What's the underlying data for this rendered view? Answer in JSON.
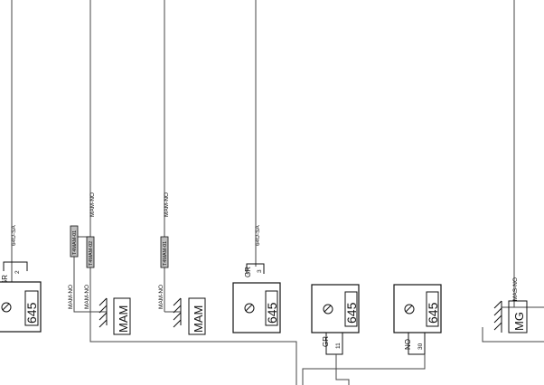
{
  "diagram": {
    "wire_labels": {
      "w_64u_sa_1": "64U-SA",
      "w_mam_no_top_1": "MAM-NO",
      "w_mam_no_left_1": "MAM-NO",
      "w_mam_no_left_2": "MAM-NO",
      "w_mam_no_top_2": "MAM-NO",
      "w_mam_no_left_3": "MAM-NO",
      "w_64u_sa_2": "64U-SA",
      "w_mas_no": "MAS-NO"
    },
    "fuse_tags": {
      "tag1": "T4MAM-01",
      "tag2": "T4MAM-02",
      "tag3": "T4MAM-01"
    },
    "components": [
      {
        "code": "645",
        "pin_color": "GR",
        "pin_number": "2"
      },
      {
        "code": "645",
        "pin_color": "GR",
        "pin_number": "3"
      },
      {
        "code": "645",
        "pin_color": "GR",
        "pin_number": "11"
      },
      {
        "code": "645",
        "pin_color": "NO",
        "pin_number": "30"
      }
    ],
    "grounds": {
      "g1": "MAM",
      "g2": "MAM",
      "g3": "MG"
    },
    "icon_names": [
      "motor-symbol-icon",
      "ground-hatch-icon"
    ]
  }
}
